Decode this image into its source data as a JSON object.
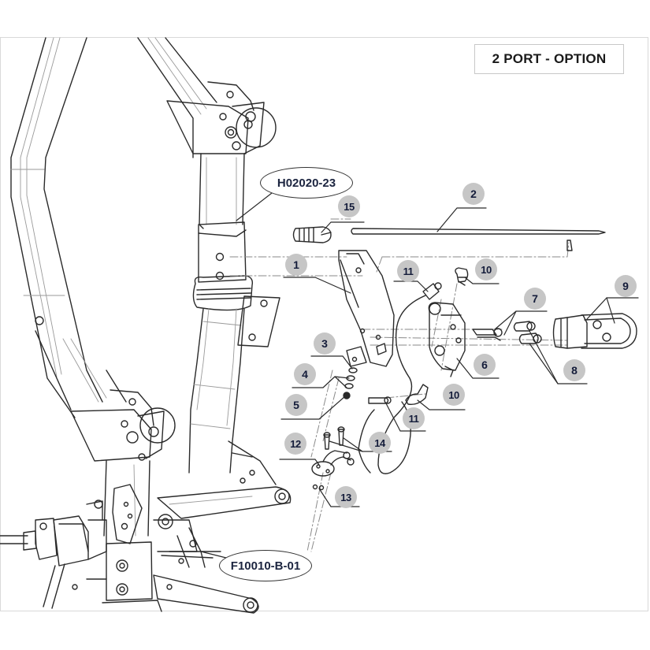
{
  "title": "2 PORT - OPTION",
  "references": {
    "frame_upper": "H02020-23",
    "frame_lower": "F10010-B-01"
  },
  "callouts": [
    {
      "id": "callout-1",
      "label": "1",
      "part": "pedal-bracket"
    },
    {
      "id": "callout-2",
      "label": "2",
      "part": "brake-rod"
    },
    {
      "id": "callout-3",
      "label": "3",
      "part": "washer"
    },
    {
      "id": "callout-4",
      "label": "4",
      "part": "washers"
    },
    {
      "id": "callout-5",
      "label": "5",
      "part": "nut"
    },
    {
      "id": "callout-6",
      "label": "6",
      "part": "master-cylinder"
    },
    {
      "id": "callout-7",
      "label": "7",
      "part": "fitting-bolts"
    },
    {
      "id": "callout-8",
      "label": "8",
      "part": "couplers"
    },
    {
      "id": "callout-9",
      "label": "9",
      "part": "coupler-plate-assembly"
    },
    {
      "id": "callout-10a",
      "label": "10",
      "part": "elbow-fitting-upper"
    },
    {
      "id": "callout-10b",
      "label": "10",
      "part": "elbow-fitting-lower"
    },
    {
      "id": "callout-11a",
      "label": "11",
      "part": "hose-fitting-upper"
    },
    {
      "id": "callout-11b",
      "label": "11",
      "part": "hose-fitting-lower"
    },
    {
      "id": "callout-12",
      "label": "12",
      "part": "flange-fitting"
    },
    {
      "id": "callout-13",
      "label": "13",
      "part": "clip"
    },
    {
      "id": "callout-14",
      "label": "14",
      "part": "bolts"
    },
    {
      "id": "callout-15",
      "label": "15",
      "part": "handle-grip"
    }
  ],
  "colors": {
    "line": "#2a2a2a",
    "light_line": "#9a9a9a",
    "badge_fill": "#c6c6c6",
    "badge_text": "#141c3a",
    "border": "#d9d9d9"
  }
}
